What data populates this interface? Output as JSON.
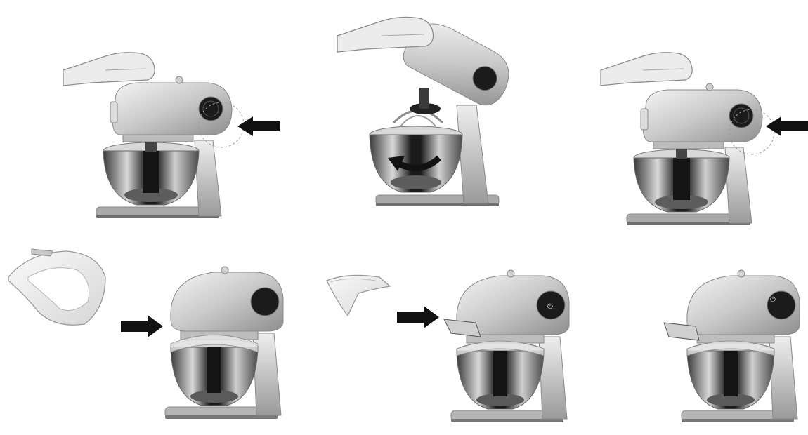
{
  "diagram": {
    "panels": [
      {
        "id": "lock-head-down",
        "icon": "mixer-head-down-with-hand-and-arrow"
      },
      {
        "id": "tilt-head-up-rotate-bowl",
        "icon": "mixer-head-tilted-with-rotate-arrow"
      },
      {
        "id": "lock-head-down-again",
        "icon": "mixer-head-down-with-hand-and-arrow"
      },
      {
        "id": "splash-guard-fit",
        "icon": "splash-guard-to-mixer"
      },
      {
        "id": "chute-fit",
        "icon": "pouring-chute-to-mixer"
      },
      {
        "id": "assembled-result",
        "icon": "mixer-with-splash-guard-and-chute"
      }
    ],
    "display_glyphs": {
      "power_symbol": "⏻"
    },
    "colors": {
      "body_light": "#e6e6e6",
      "body_mid": "#b9b9b9",
      "body_dark": "#6e6e6e",
      "bowl_rim": "#d8d8d8",
      "bowl_dark": "#1f1f1f",
      "arrow": "#111111",
      "hand": "#e9e9e9",
      "outline": "#8a8a8a"
    }
  }
}
